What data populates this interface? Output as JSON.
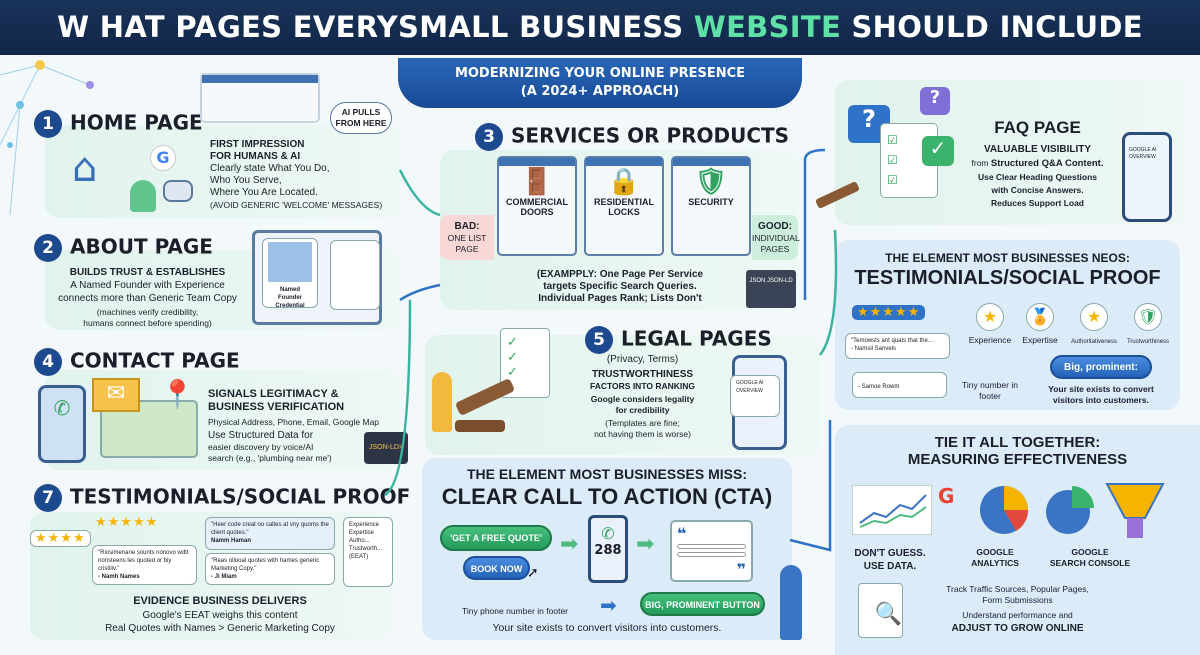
{
  "header": {
    "title_pre": "W HAT PAGES EVERYSMALL BUSINESS ",
    "title_highlight": "WEBSITE",
    "title_post": " SHOULD INCLUDE",
    "highlight_color": "#5fe0a6"
  },
  "ribbon": {
    "line1": "MODERNIZING YOUR ONLINE PRESENCE",
    "line2": "(A 2024+ APPROACH)"
  },
  "home": {
    "num": "1",
    "title": "HOME PAGE",
    "bubble": "AI PULLS FROM HERE",
    "l1": "FIRST IMPRESSION",
    "l2": "FOR HUMANS & AI",
    "l3": "Clearly state What You Do,",
    "l4": "Who You Serve,",
    "l5": "Where You Are Located.",
    "note": "(AVOID GENERIC 'WELCOME' MESSAGES)"
  },
  "about": {
    "num": "2",
    "title": "ABOUT PAGE",
    "l1": "BUILDS TRUST & ESTABLISHES",
    "l2": "A Named Founder with Experience",
    "l3": "connects more than Generic Team Copy",
    "n1": "(machines verify credibility,",
    "n2": "humans connect before spending)",
    "card": "Named Founder Credential"
  },
  "contact": {
    "num": "4",
    "title": "CONTACT PAGE",
    "l1": "SIGNALS LEGITIMACY &",
    "l2": "BUSINESS VERIFICATION",
    "l3": "Physical Address, Phone, Email, Google Map",
    "l4": "Use Structured Data for",
    "l5": "easier discovery by voice/AI",
    "l6": "search (e.g., 'plumbing near me')",
    "code": "JSON-LD>"
  },
  "testimonials_left": {
    "num": "7",
    "title": "TESTIMONIALS/SOCIAL PROOF",
    "q1": "\"Riosimenane sounts nonovo wdtt nonsteens les quoted or biy cristiliv.\"",
    "a1": "- Namh Names",
    "q2": "\"Heer code creat oo caltes at vny quoms the client quotes.\"",
    "a2": "Namm Haman",
    "q3": "\"Reas ollooal quotes with hames generic Marketing Copy.\"",
    "a3": "- Ji Miam",
    "checks": [
      "Experience",
      "Expertise",
      "Autho...",
      "Trustworth... (EEAT)"
    ],
    "l1": "EVIDENCE BUSINESS DELIVERS",
    "l2": "Google's EEAT weighs this content",
    "l3": "Real Quotes with Names > Generic Marketing Copy"
  },
  "services": {
    "num": "3",
    "title": "SERVICES OR PRODUCTS",
    "bad": "BAD:",
    "bad_sub": "ONE LIST PAGE",
    "good": "GOOD:",
    "good_sub": "INDIVIDUAL PAGES",
    "items": [
      "COMMERCIAL DOORS",
      "RESIDENTIAL LOCKS",
      "SECURITY"
    ],
    "l1": "(EXAMPPLY: One Page Per Service",
    "l2": "targets Specific Search Queries.",
    "l3": "Individual Pages Rank; Lists Don't",
    "json": "JSON JSON-LD"
  },
  "legal": {
    "num": "5",
    "title": "LEGAL PAGES",
    "sub": "(Privacy, Terms)",
    "l1": "TRUSTWORTHINESS",
    "l2": "FACTORS INTO RANKING",
    "l3": "Google considers legality",
    "l4": "for credibility",
    "l5": "(Templates are fine;",
    "l6": "not having them is worse)",
    "overview": "GOOGLE AI OVERVIEW"
  },
  "cta": {
    "kicker": "THE ELEMENT MOST BUSINESSES MISS:",
    "title": "CLEAR CALL TO ACTION (CTA)",
    "btn_quote": "'GET A FREE QUOTE'",
    "btn_book": "BOOK NOW",
    "phone": "288",
    "tiny": "Tiny phone number in footer",
    "big": "BIG, PROMINENT BUTTON",
    "footer": "Your site exists to convert visitors into customers."
  },
  "faq": {
    "title": "FAQ PAGE",
    "l1": "VALUABLE VISIBILITY",
    "l2a": "from ",
    "l2b": "Structured Q&A Content.",
    "l3": "Use Clear Heading Questions",
    "l4": "with Concise Answers.",
    "l5": "Reduces Support Load",
    "overview": "GOOGLE AI OVERVIEW"
  },
  "testimonials_right": {
    "kicker": "THE ELEMENT MOST BUSINESSES NEOS:",
    "title": "TESTIMONIALS/SOCIAL PROOF",
    "q1": "\"Temowsts ant quats that the...",
    "a1": "- Namsil Sanvels",
    "a2": "- Samoe Rowm",
    "eeat": [
      "Experience",
      "Expertise",
      "Authoritativeness",
      "Trustworthiness"
    ],
    "tiny": "Tiny number in footer",
    "big": "Big, prominent:",
    "l1": "Your site exists to convert",
    "l2": "visitors into customers."
  },
  "measure": {
    "t1": "TIE IT ALL TOGETHER:",
    "t2": "MEASURING EFFECTIVENESS",
    "c1a": "DON'T GUESS.",
    "c1b": "USE DATA.",
    "c2a": "GOOGLE",
    "c2b": "ANALYTICS",
    "c3a": "GOOGLE",
    "c3b": "SEARCH CONSOLE",
    "l1": "Track Traffic Sources, Popular Pages,",
    "l2": "Form Submissions",
    "l3": "Understand performance and",
    "l4": "ADJUST TO GROW ONLINE"
  },
  "colors": {
    "navy": "#1d4a8e",
    "green": "#249a5b",
    "blue": "#2462b8",
    "mint_panel": "#e1f3ed",
    "blue_panel": "#dcebf8"
  }
}
